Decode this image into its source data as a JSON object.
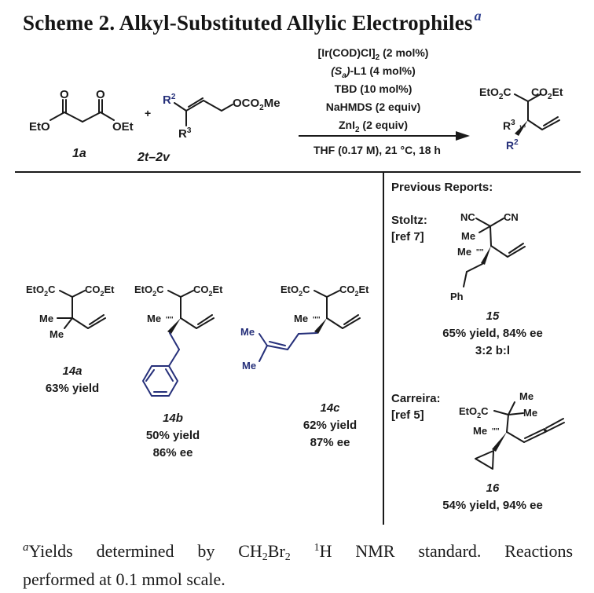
{
  "title": {
    "text": "Scheme 2. Alkyl-Substituted Allylic Electrophiles",
    "footnote_marker": "a"
  },
  "reaction": {
    "reactant1": {
      "label": "1a",
      "groups": [
        "EtO",
        "OEt",
        "O",
        "O"
      ]
    },
    "plus": "+",
    "reactant2": {
      "label": "2t–2v",
      "groups": [
        "R2",
        "R3",
        "OCO2Me"
      ]
    },
    "conditions_above": [
      "[Ir(COD)Cl]2 (2 mol%)",
      "(Sa)-L1 (4 mol%)",
      "TBD (10 mol%)",
      "NaHMDS (2 equiv)",
      "ZnI2 (2 equiv)"
    ],
    "conditions_below": "THF (0.17 M), 21 °C, 18 h",
    "product": {
      "groups": [
        "EtO2C",
        "CO2Et",
        "R3",
        "R2"
      ]
    }
  },
  "products": [
    {
      "id": "14a",
      "yield": "63% yield",
      "ee": ""
    },
    {
      "id": "14b",
      "yield": "50% yield",
      "ee": "86% ee"
    },
    {
      "id": "14c",
      "yield": "62% yield",
      "ee": "87% ee"
    }
  ],
  "previous_reports": {
    "heading": "Previous Reports:",
    "entries": [
      {
        "author": "Stoltz:",
        "ref": "[ref 7]",
        "id": "15",
        "result": "65% yield, 84% ee",
        "extra": "3:2 b:l"
      },
      {
        "author": "Carreira:",
        "ref": "[ref 5]",
        "id": "16",
        "result": "54% yield, 94% ee",
        "extra": ""
      }
    ]
  },
  "footnote": {
    "marker": "a",
    "text_part1": "Yields determined by CH",
    "text_part2": "Br",
    "text_part3": " ",
    "text_part4": "H NMR standard. Reactions",
    "line2": "performed at 0.1 mmol scale.",
    "sub": "2",
    "sup": "1"
  },
  "colors": {
    "highlight_blue": "#26307a",
    "text": "#1a1a1a"
  }
}
